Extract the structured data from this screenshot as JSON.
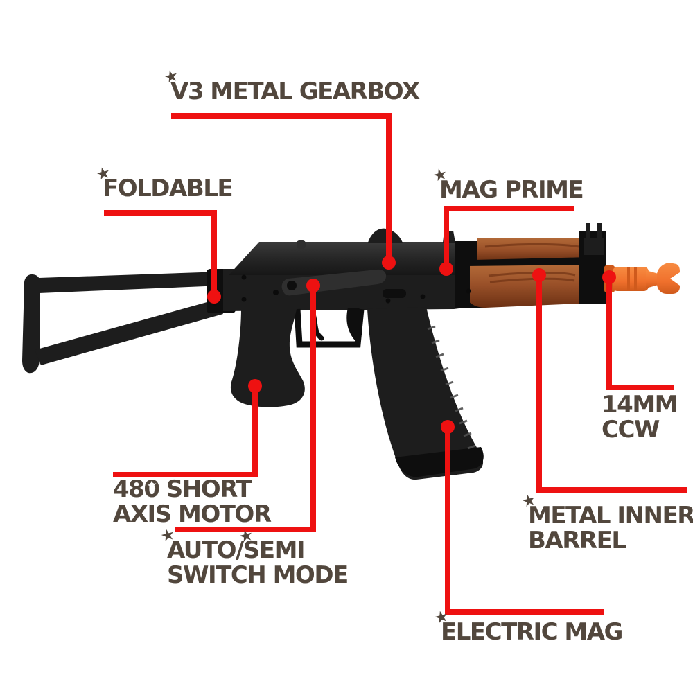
{
  "colors": {
    "background": "#ffffff",
    "callout_red": "#ee1111",
    "label_text": "#52473d",
    "gun_black": "#1d1d1d",
    "gun_dark": "#0e0e0e",
    "gun_highlight": "#2f2f2f",
    "wood_light": "#b36a38",
    "wood_mid": "#9a5129",
    "wood_dark": "#6b3013",
    "orange_light": "#f78c42",
    "orange_tip": "#f0712d",
    "orange_dark": "#cf5a1c"
  },
  "decor": {
    "star": "★"
  },
  "labels": {
    "gearbox": {
      "lines": [
        "V3 METAL GEARBOX"
      ]
    },
    "foldable": {
      "lines": [
        "FOLDABLE"
      ]
    },
    "mag_prime": {
      "lines": [
        "MAG PRIME"
      ]
    },
    "ccw": {
      "lines": [
        "14MM",
        "CCW"
      ]
    },
    "motor": {
      "lines": [
        "480 SHORT",
        "AXIS MOTOR"
      ]
    },
    "switch_mode": {
      "lines": [
        "AUTO/SEMI",
        "SWITCH MODE"
      ]
    },
    "inner_barrel": {
      "lines": [
        "METAL INNER",
        "BARREL"
      ]
    },
    "electric_mag": {
      "lines": [
        "ELECTRIC MAG"
      ]
    }
  }
}
